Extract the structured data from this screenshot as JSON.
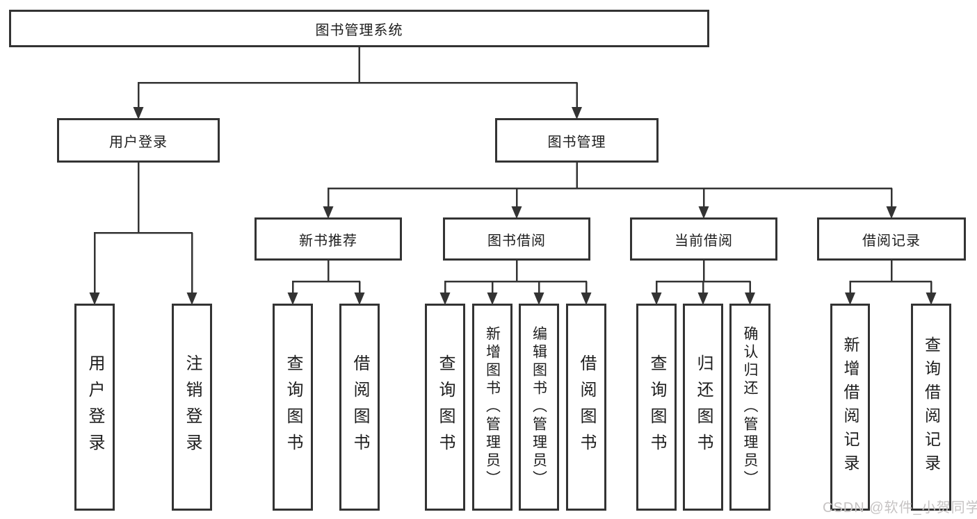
{
  "diagram": {
    "title": "图书管理系统",
    "nodes": [
      {
        "id": "root",
        "label": "图书管理系统",
        "children": [
          "user-login",
          "book-mgmt"
        ]
      },
      {
        "id": "user-login",
        "label": "用户登录",
        "children": [
          "leaf-user-login",
          "leaf-logout"
        ]
      },
      {
        "id": "book-mgmt",
        "label": "图书管理",
        "children": [
          "new-book-rec",
          "book-borrow",
          "current-borrow",
          "borrow-records"
        ]
      },
      {
        "id": "new-book-rec",
        "label": "新书推荐",
        "children": [
          "nb-query-books",
          "nb-borrow-books"
        ]
      },
      {
        "id": "book-borrow",
        "label": "图书借阅",
        "children": [
          "bb-query-books",
          "bb-add-books",
          "bb-edit-books",
          "bb-borrow-books"
        ]
      },
      {
        "id": "current-borrow",
        "label": "当前借阅",
        "children": [
          "cb-query-books",
          "cb-return-books",
          "cb-confirm-return"
        ]
      },
      {
        "id": "borrow-records",
        "label": "借阅记录",
        "children": [
          "br-add-record",
          "br-query-record"
        ]
      },
      {
        "id": "leaf-user-login",
        "label": "用户登录",
        "children": []
      },
      {
        "id": "leaf-logout",
        "label": "注销登录",
        "children": []
      },
      {
        "id": "nb-query-books",
        "label": "查询图书",
        "children": []
      },
      {
        "id": "nb-borrow-books",
        "label": "借阅图书",
        "children": []
      },
      {
        "id": "bb-query-books",
        "label": "查询图书",
        "children": []
      },
      {
        "id": "bb-add-books",
        "label": "新增图书（管理员）",
        "children": []
      },
      {
        "id": "bb-edit-books",
        "label": "编辑图书（管理员）",
        "children": []
      },
      {
        "id": "bb-borrow-books",
        "label": "借阅图书",
        "children": []
      },
      {
        "id": "cb-query-books",
        "label": "查询图书",
        "children": []
      },
      {
        "id": "cb-return-books",
        "label": "归还图书",
        "children": []
      },
      {
        "id": "cb-confirm-return",
        "label": "确认归还（管理员）",
        "children": []
      },
      {
        "id": "br-add-record",
        "label": "新增借阅记录",
        "children": []
      },
      {
        "id": "br-query-record",
        "label": "查询借阅记录",
        "children": []
      }
    ]
  },
  "watermark": {
    "text": "CSDN @软件_小贺同学"
  },
  "colors": {
    "line": "#333333",
    "box_fill": "#ffffff",
    "text": "#1d1d1d",
    "watermark_text": "#c6c3c3",
    "background": "#ffffff"
  }
}
